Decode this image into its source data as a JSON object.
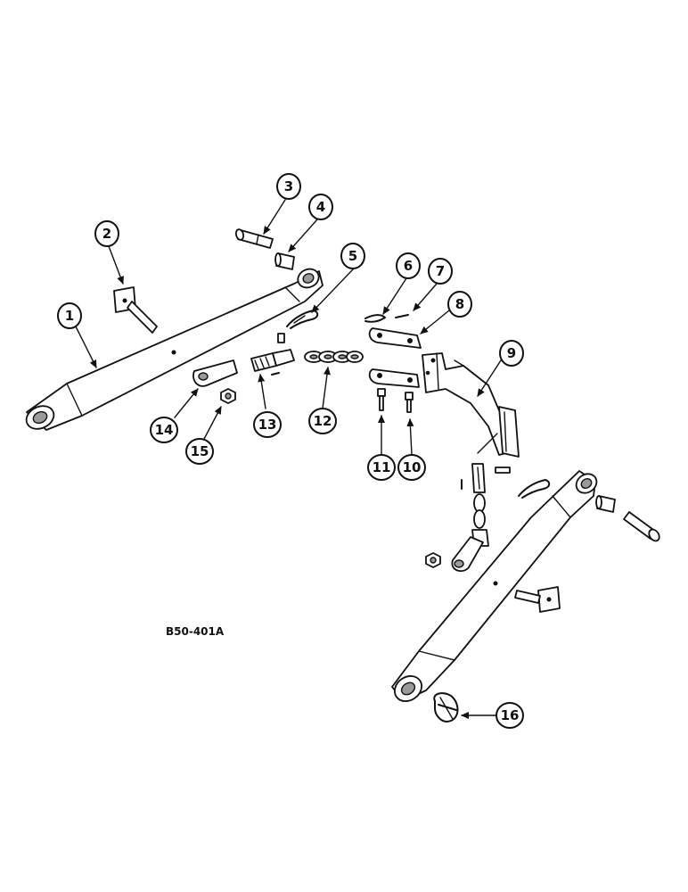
{
  "diagram": {
    "reference": "B50-401A",
    "callouts": [
      "1",
      "2",
      "3",
      "4",
      "5",
      "6",
      "7",
      "8",
      "9",
      "10",
      "11",
      "12",
      "13",
      "14",
      "15",
      "16"
    ]
  }
}
